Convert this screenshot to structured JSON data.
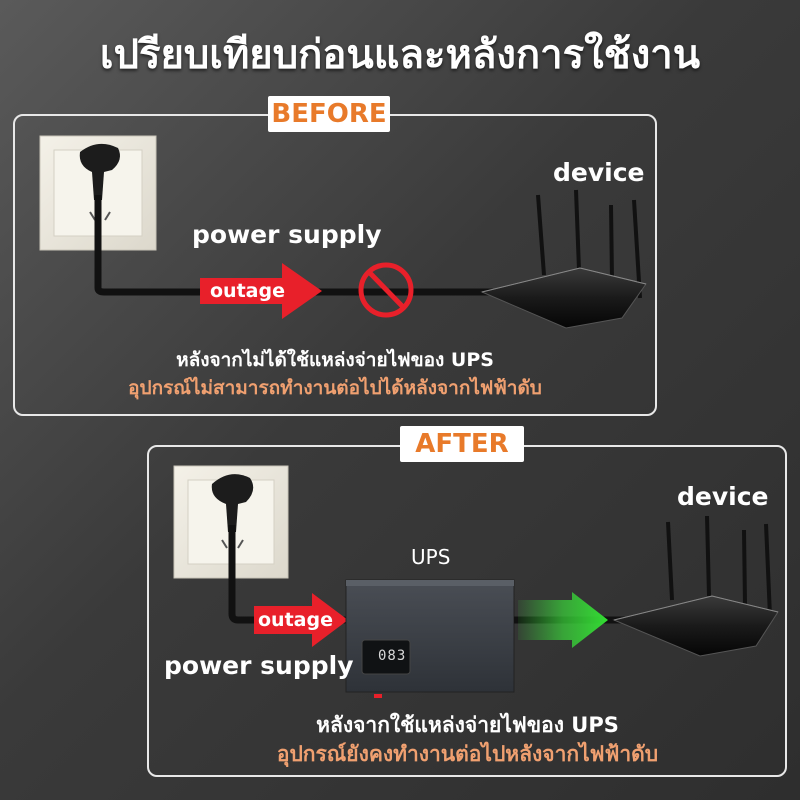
{
  "title": "เปรียบเทียบก่อนและหลังการใช้งาน",
  "before": {
    "tag": "BEFORE",
    "power_supply": "power supply",
    "device": "device",
    "outage": "outage",
    "caption_line1": "หลังจากไม่ได้ใช้แหล่งจ่ายไฟของ UPS",
    "caption_line2": "อุปกรณ์ไม่สามารถทำงานต่อไปได้หลังจากไฟฟ้าดับ"
  },
  "after": {
    "tag": "AFTER",
    "power_supply": "power supply",
    "device": "device",
    "outage": "outage",
    "ups": "UPS",
    "display_value": "083",
    "caption_line1": "หลังจากใช้แหล่งจ่ายไฟของ UPS",
    "caption_line2": "อุปกรณ์ยังคงทำงานต่อไปหลังจากไฟฟ้าดับ"
  },
  "colors": {
    "accent_orange": "#e87a2a",
    "caption_orange": "#f0a070",
    "outage_red": "#e8202a",
    "flow_green": "#3ad43a"
  }
}
